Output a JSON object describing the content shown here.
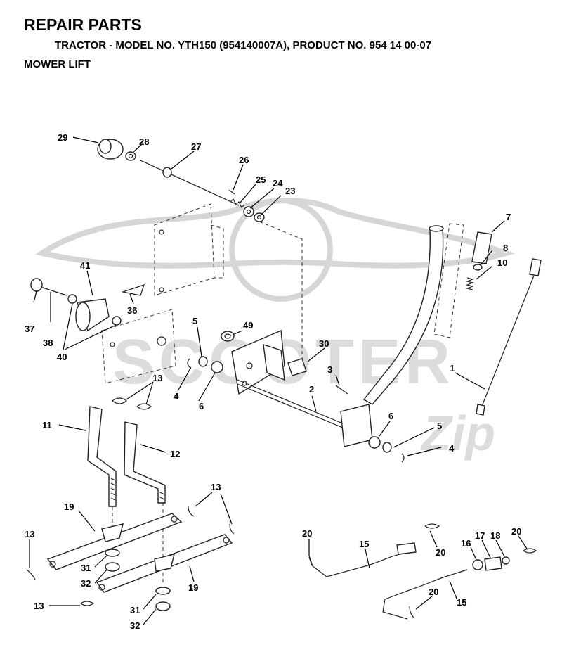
{
  "header": {
    "title": "REPAIR PARTS",
    "subtitle": "TRACTOR - MODEL NO. YTH150 (954140007A), PRODUCT NO. 954 14 00-07",
    "section": "MOWER LIFT"
  },
  "watermark": {
    "brand": "SCOOTER",
    "suffix": "Zip",
    "color": "#d6d6d6"
  },
  "callouts": {
    "c29": "29",
    "c28": "28",
    "c27": "27",
    "c26": "26",
    "c25": "25",
    "c24": "24",
    "c23": "23",
    "c7": "7",
    "c8": "8",
    "c10": "10",
    "c41": "41",
    "c37": "37",
    "c38": "38",
    "c40": "40",
    "c36": "36",
    "c5a": "5",
    "c49": "49",
    "c30": "30",
    "c3": "3",
    "c4a": "4",
    "c6a": "6",
    "c13a": "13",
    "c2": "2",
    "c1": "1",
    "c11": "11",
    "c12": "12",
    "c6b": "6",
    "c5b": "5",
    "c4b": "4",
    "c13b": "13",
    "c19a": "19",
    "c13c": "13",
    "c31a": "31",
    "c32a": "32",
    "c19b": "19",
    "c13d": "13",
    "c31b": "31",
    "c32b": "32",
    "c20a": "20",
    "c15a": "15",
    "c20b": "20",
    "c16": "16",
    "c17": "17",
    "c18": "18",
    "c20c": "20",
    "c20d": "20",
    "c15b": "15"
  }
}
